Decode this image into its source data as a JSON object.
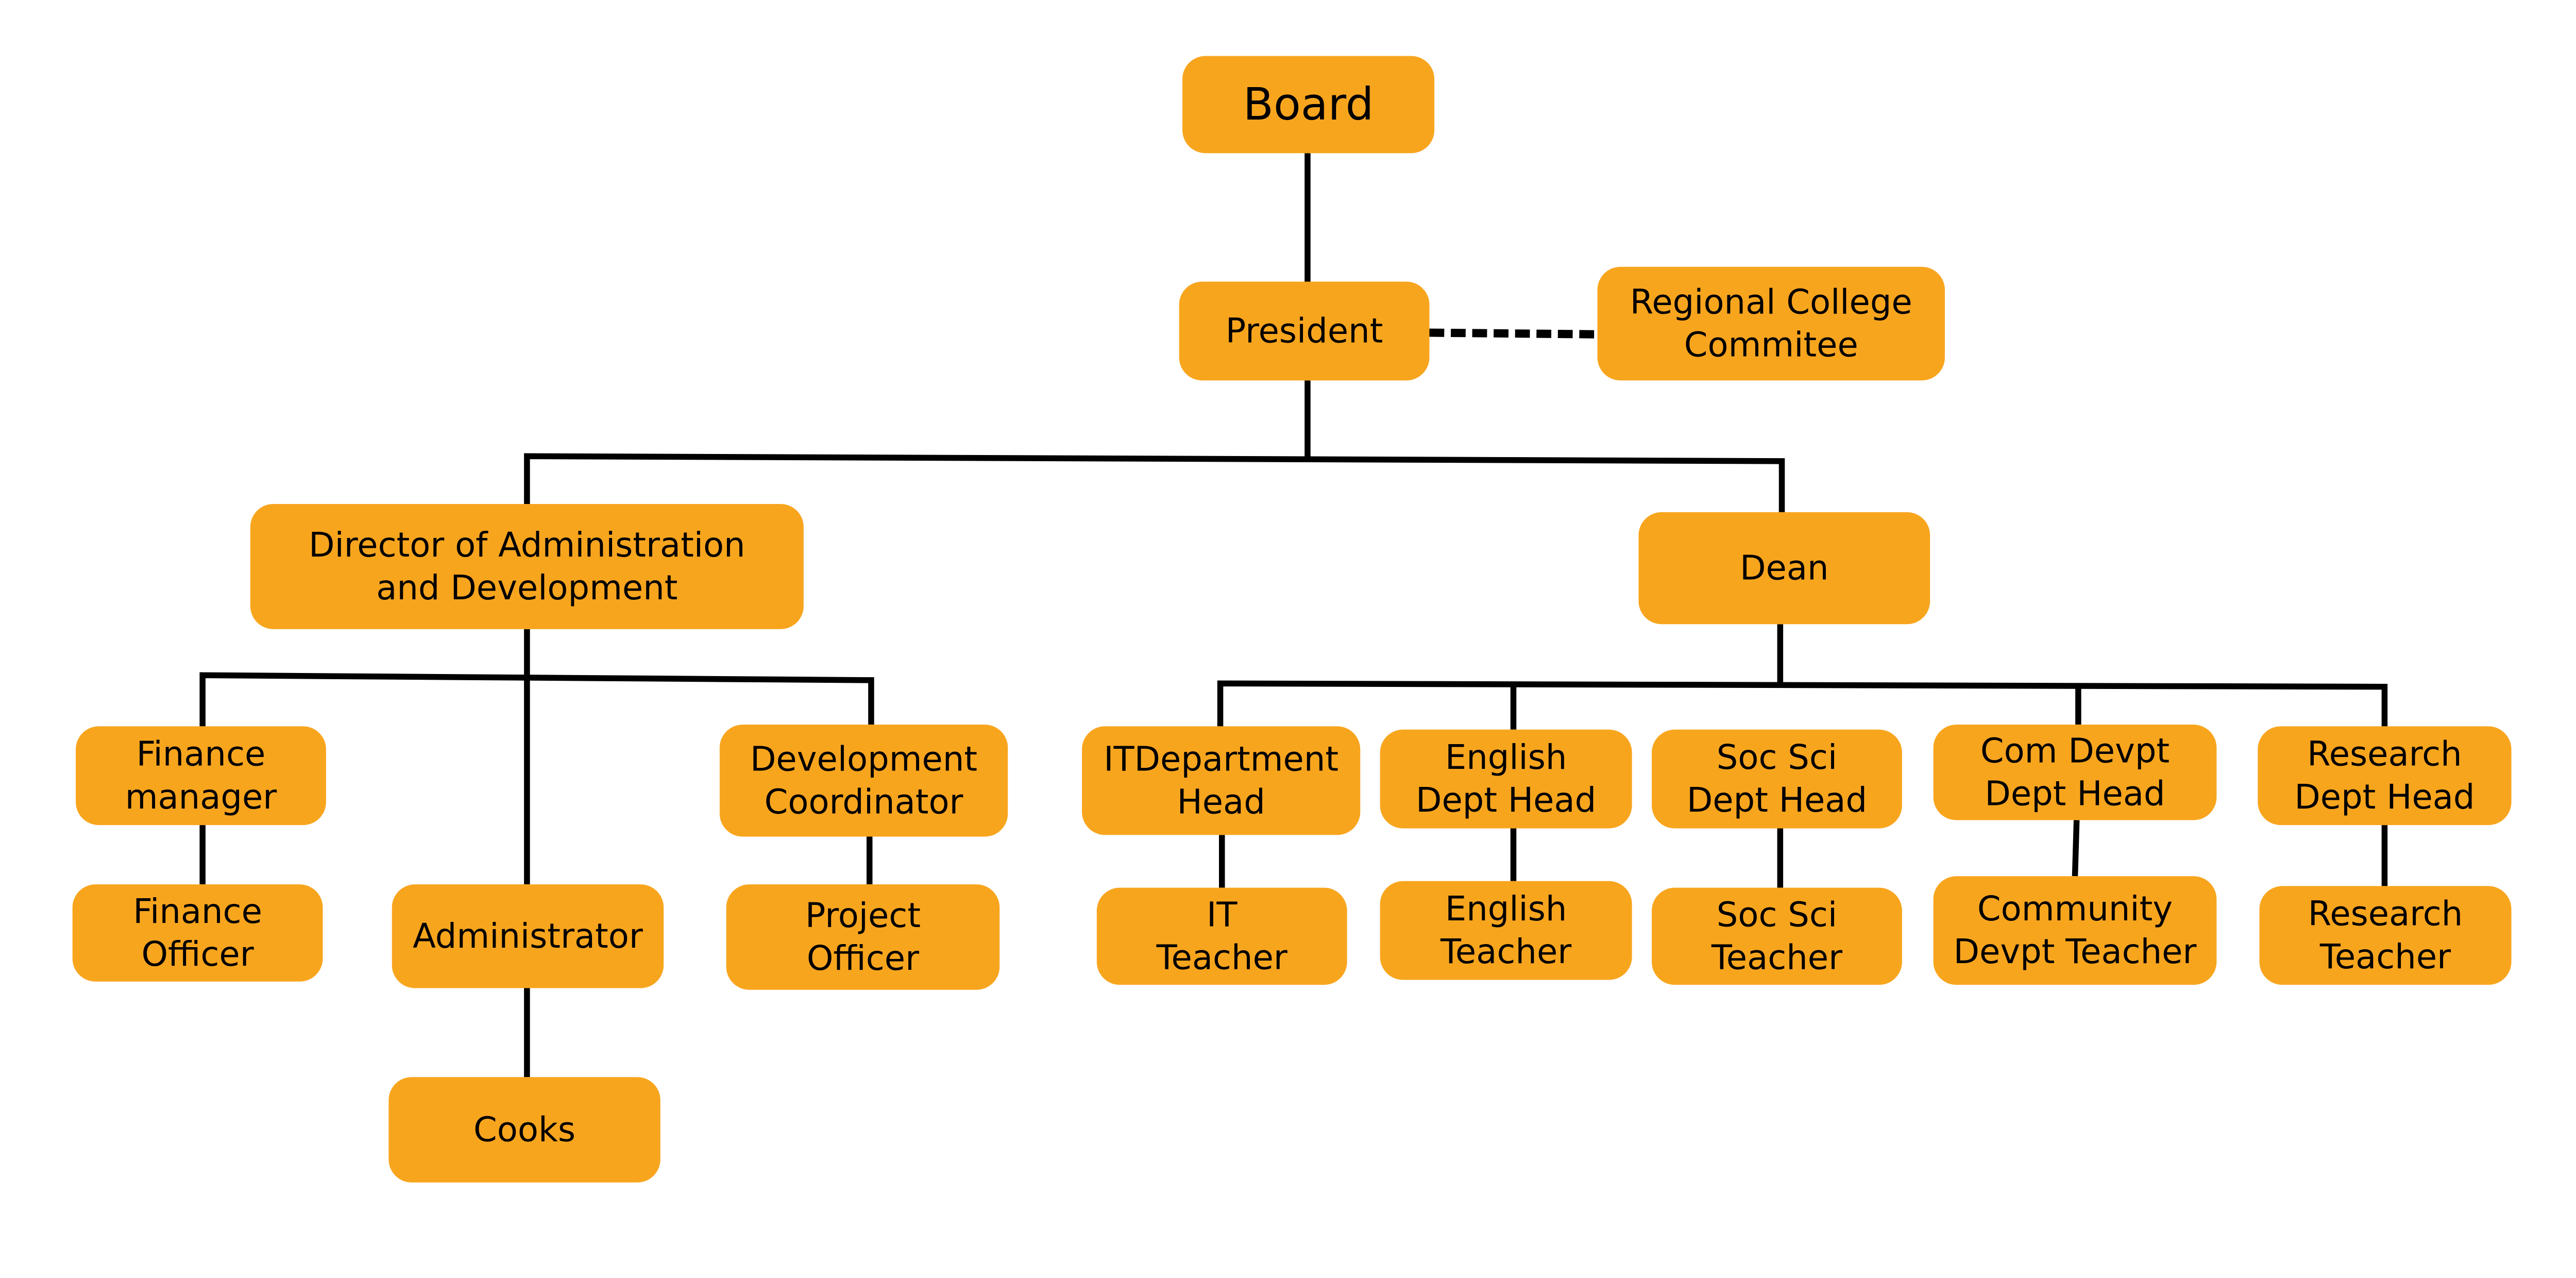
{
  "title": "Organizational Chart",
  "colors": {
    "box": "#F8A51E",
    "line": "#000000",
    "background": "#FFFFFF"
  },
  "nodes": [
    {
      "id": "board",
      "lines": [
        "Board"
      ]
    },
    {
      "id": "president",
      "lines": [
        "President"
      ]
    },
    {
      "id": "regional",
      "lines": [
        "Regional College",
        "Commitee"
      ]
    },
    {
      "id": "director",
      "lines": [
        "Director of Administration",
        "and Development"
      ]
    },
    {
      "id": "dean",
      "lines": [
        "Dean"
      ]
    },
    {
      "id": "finance-manager",
      "lines": [
        "Finance",
        "manager"
      ]
    },
    {
      "id": "finance-officer",
      "lines": [
        "Finance",
        "Officer"
      ]
    },
    {
      "id": "administrator",
      "lines": [
        "Administrator"
      ]
    },
    {
      "id": "cooks",
      "lines": [
        "Cooks"
      ]
    },
    {
      "id": "dev-coordinator",
      "lines": [
        "Development",
        "Coordinator"
      ]
    },
    {
      "id": "project-officer",
      "lines": [
        "Project",
        "Officer"
      ]
    },
    {
      "id": "it-head",
      "lines": [
        "ITDepartment",
        "Head"
      ]
    },
    {
      "id": "it-teacher",
      "lines": [
        "IT",
        "Teacher"
      ]
    },
    {
      "id": "english-head",
      "lines": [
        "English",
        "Dept Head"
      ]
    },
    {
      "id": "english-teacher",
      "lines": [
        "English",
        "Teacher"
      ]
    },
    {
      "id": "socsci-head",
      "lines": [
        "Soc Sci",
        "Dept Head"
      ]
    },
    {
      "id": "socsci-teacher",
      "lines": [
        "Soc Sci",
        "Teacher"
      ]
    },
    {
      "id": "comdevpt-head",
      "lines": [
        "Com Devpt",
        "Dept Head"
      ]
    },
    {
      "id": "comdevpt-teacher",
      "lines": [
        "Community",
        "Devpt Teacher"
      ]
    },
    {
      "id": "research-head",
      "lines": [
        "Research",
        "Dept Head"
      ]
    },
    {
      "id": "research-teacher",
      "lines": [
        "Research",
        "Teacher"
      ]
    }
  ]
}
